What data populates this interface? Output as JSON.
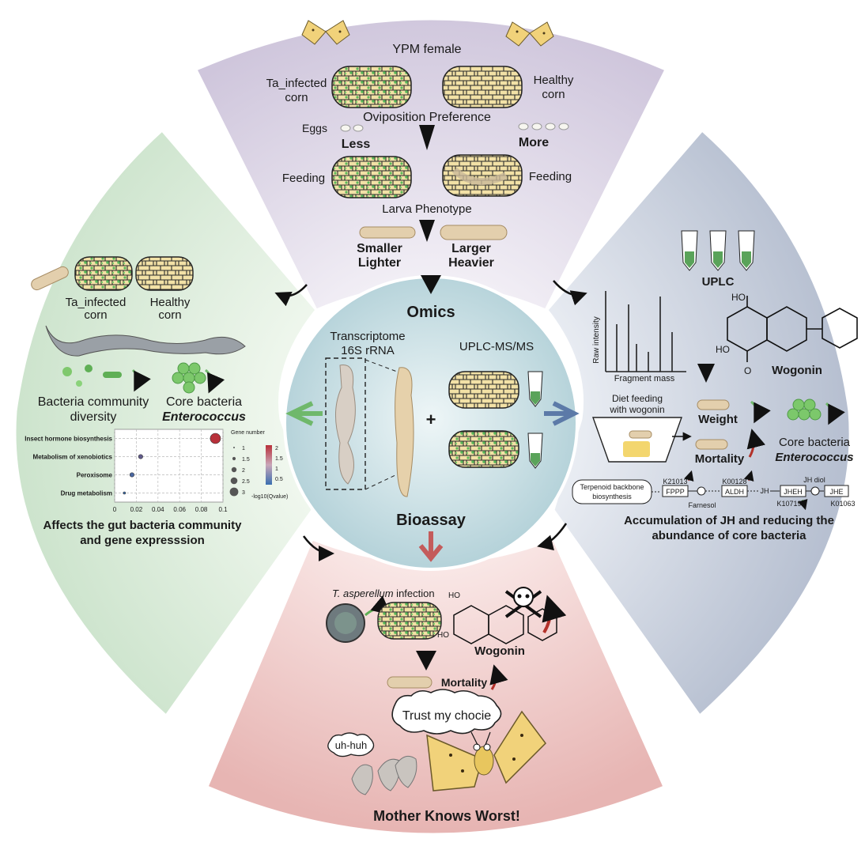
{
  "top": {
    "female_label": "YPM female",
    "infected_corn": [
      "Ta_infected",
      "corn"
    ],
    "healthy_corn": [
      "Healthy",
      "corn"
    ],
    "oviposition": "Oviposition Preference",
    "eggs": "Eggs",
    "less": "Less",
    "more": "More",
    "feeding_left": "Feeding",
    "feeding_right": "Feeding",
    "larva_phenotype": "Larva Phenotype",
    "smaller_lighter": [
      "Smaller",
      "Lighter"
    ],
    "larger_heavier": [
      "Larger",
      "Heavier"
    ]
  },
  "center": {
    "omics": "Omics",
    "transcriptome": "Transcriptome",
    "rrna": "16S rRNA",
    "uplc_msms": "UPLC-MS/MS",
    "plus": "+",
    "bioassay": "Bioassay"
  },
  "left": {
    "infected_corn": [
      "Ta_infected",
      "corn"
    ],
    "healthy_corn": [
      "Healthy",
      "corn"
    ],
    "bacteria_diversity": [
      "Bacteria community",
      "diversity"
    ],
    "core_bacteria": "Core bacteria",
    "enterococcus": "Enterococcus",
    "conclusion": [
      "Affects the gut bacteria community",
      "and gene expresssion"
    ]
  },
  "right": {
    "uplc": "UPLC",
    "raw_intensity": "Raw intensity",
    "fragment_mass": "Fragment mass",
    "wogonin": "Wogonin",
    "diet_feeding": [
      "Diet feeding",
      "with wogonin"
    ],
    "weight": "Weight",
    "mortality": "Mortality",
    "core_bacteria": "Core bacteria",
    "enterococcus": "Enterococcus",
    "pathway": {
      "terpenoid": [
        "Terpenoid backbone",
        "biosynthesis"
      ],
      "k21013": "K21013",
      "fppp": "FPPP",
      "farnesol": "Farnesol",
      "k00128": "K00128",
      "aldh": "ALDH",
      "jh": "JH",
      "jheh": "JHEH",
      "k10719": "K10719",
      "jh_diol": "JH diol",
      "jhe": "JHE",
      "k01063": "K01063"
    },
    "conclusion": [
      "Accumulation of JH and reducing the",
      "abundance of core bacteria"
    ]
  },
  "bottom": {
    "t_asperellum": "T. asperellum",
    "infection": " infection",
    "wogonin": "Wogonin",
    "mortality": "Mortality",
    "trust": "Trust my chocie",
    "uhhuh": "uh-huh",
    "title": "Mother Knows Worst!"
  },
  "chart_data": {
    "type": "scatter",
    "categories": [
      "Insect hormone biosynthesis",
      "Metabolism of xenobiotics",
      "Peroxisome",
      "Drug metabolism"
    ],
    "x": [
      0.093,
      0.024,
      0.016,
      0.009
    ],
    "x_ticks": [
      "0",
      "0.02",
      "0.04",
      "0.06",
      "0.08",
      "0.1"
    ],
    "xlim": [
      0,
      0.1
    ],
    "size_legend_title": "Gene number",
    "size_legend_values": [
      "1",
      "1.5",
      "2",
      "2.5",
      "3"
    ],
    "gene_number": [
      3,
      1.5,
      1.5,
      1
    ],
    "color_legend_title": "-log10(Qvalue)",
    "color_legend_ticks": [
      "2",
      "1.5",
      "1",
      "0.5"
    ],
    "qvalue_log": [
      2.0,
      0.9,
      0.6,
      0.4
    ],
    "grid": true,
    "colors": {
      "high": "#b8303a",
      "low": "#3a6fb0",
      "point_mid": "#4a6a9a"
    }
  },
  "colors": {
    "top_sector": "#ddd6e6",
    "left_sector": "#daeadb",
    "right_sector": "#c4cbd8",
    "bottom_sector": "#ecc3c1",
    "center": "#cfe3e7",
    "corn": "#f1dfa4",
    "green_arrow": "#5fae5a",
    "red_arrow": "#b3322b",
    "blue_arrow": "#5c7aa8"
  }
}
